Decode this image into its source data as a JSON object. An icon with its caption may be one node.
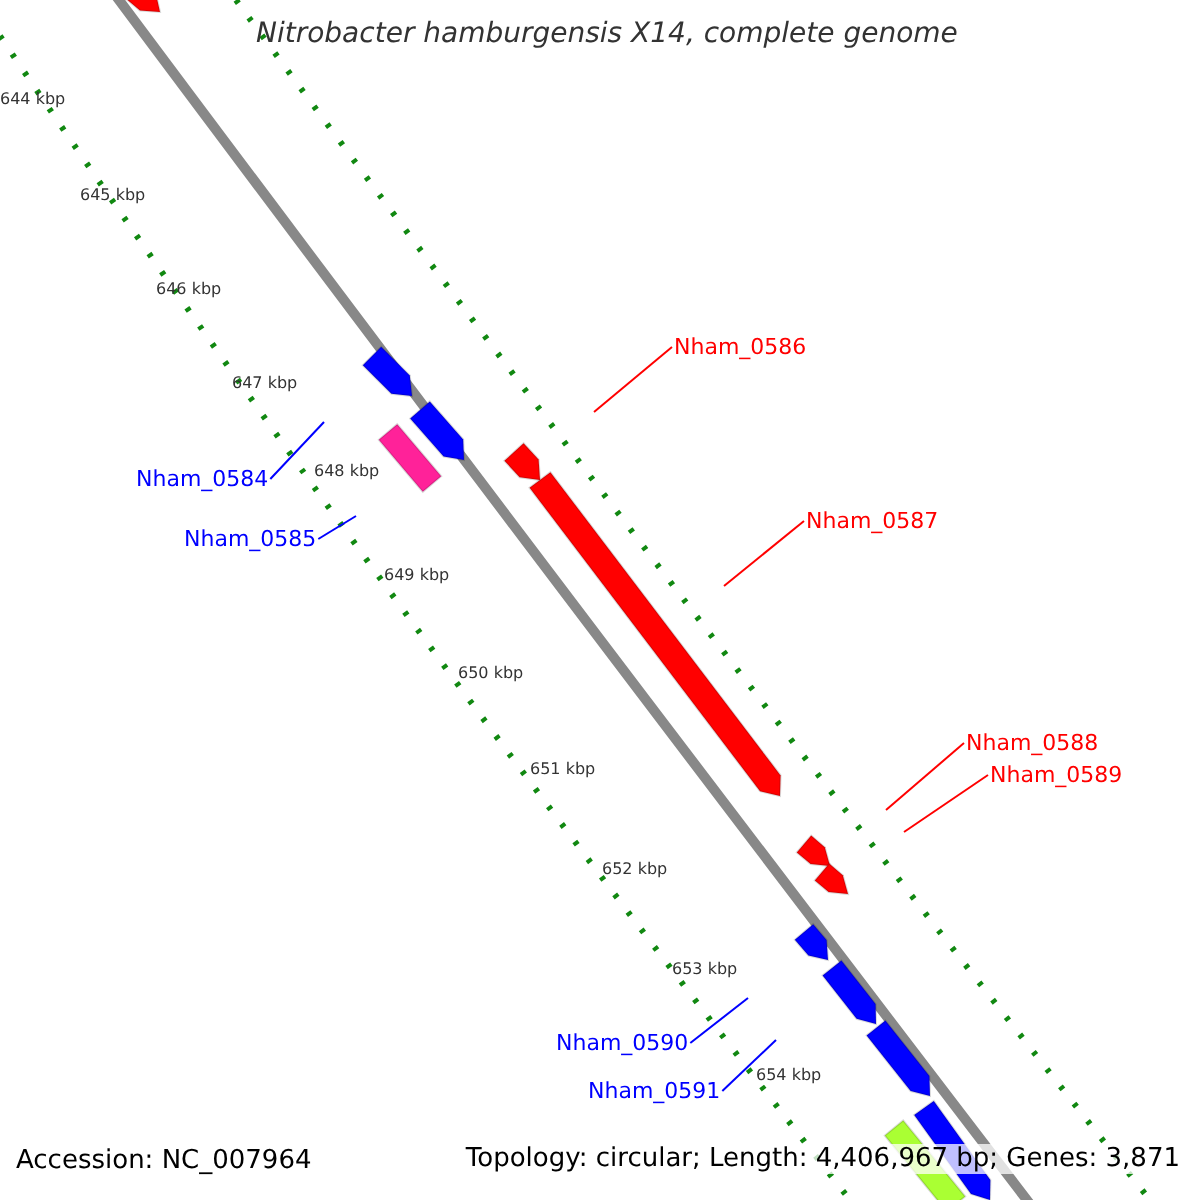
{
  "diagram": {
    "title": "Nitrobacter hamburgensis X14, complete genome",
    "nodes": [
      {
        "text": [
          "Nham_0584"
        ]
      },
      {
        "text": [
          "Nham_0585"
        ]
      },
      {
        "text": [
          "Nham_0586"
        ]
      },
      {
        "text": [
          "Nham_0587"
        ]
      },
      {
        "text": [
          "Nham_0588"
        ]
      },
      {
        "text": [
          "Nham_0589"
        ]
      },
      {
        "text": [
          "Nham_0590"
        ]
      },
      {
        "text": [
          "Nham_0591"
        ]
      }
    ],
    "edges": [
      {
        "from": 0,
        "to": null,
        "arrow": "none",
        "color": "#0000ff"
      },
      {
        "from": 1,
        "to": null,
        "arrow": "none",
        "color": "#0000ff"
      },
      {
        "from": 2,
        "to": null,
        "arrow": "none",
        "color": "#ff0000"
      },
      {
        "from": 3,
        "to": null,
        "arrow": "none",
        "color": "#ff0000"
      },
      {
        "from": 4,
        "to": null,
        "arrow": "none",
        "color": "#ff0000"
      },
      {
        "from": 5,
        "to": null,
        "arrow": "none",
        "color": "#ff0000"
      },
      {
        "from": 6,
        "to": null,
        "arrow": "none",
        "color": "#0000ff"
      },
      {
        "from": 7,
        "to": null,
        "arrow": "none",
        "color": "#0000ff"
      }
    ],
    "labels": [
      "644 kbp",
      "645 kbp",
      "646 kbp",
      "647 kbp",
      "648 kbp",
      "649 kbp",
      "650 kbp",
      "651 kbp",
      "652 kbp",
      "653 kbp",
      "654 kbp",
      "Accession: NC_007964",
      "Topology: circular; Length: 4,406,967 bp; Genes: 3,871"
    ]
  }
}
